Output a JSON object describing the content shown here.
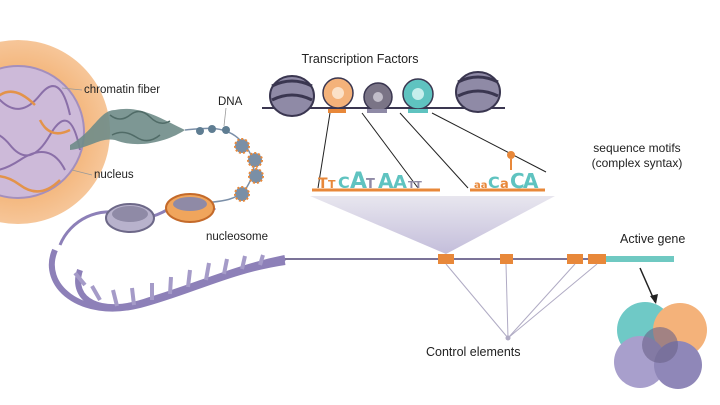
{
  "labels": {
    "transcription_factors": "Transcription Factors",
    "chromatin_fiber": "chromatin fiber",
    "dna": "DNA",
    "nucleus": "nucleus",
    "nucleosome": "nucleosome",
    "sequence_motifs_line1": "sequence motifs",
    "sequence_motifs_line2": "(complex syntax)",
    "active_gene": "Active gene",
    "control_elements": "Control elements"
  },
  "colors": {
    "nucleus_orange": "#f0a55c",
    "nucleus_inner": "#c8b4d6",
    "chromatin_teal": "#6f8c88",
    "dna_purple": "#8d80b8",
    "element_orange": "#e8883a",
    "active_gene_teal": "#6fc9c2",
    "tf_orange": "#f4b27a",
    "tf_gray": "#7a7486",
    "tf_teal": "#5fc3c0",
    "histone_gray": "#8f8aa6"
  }
}
